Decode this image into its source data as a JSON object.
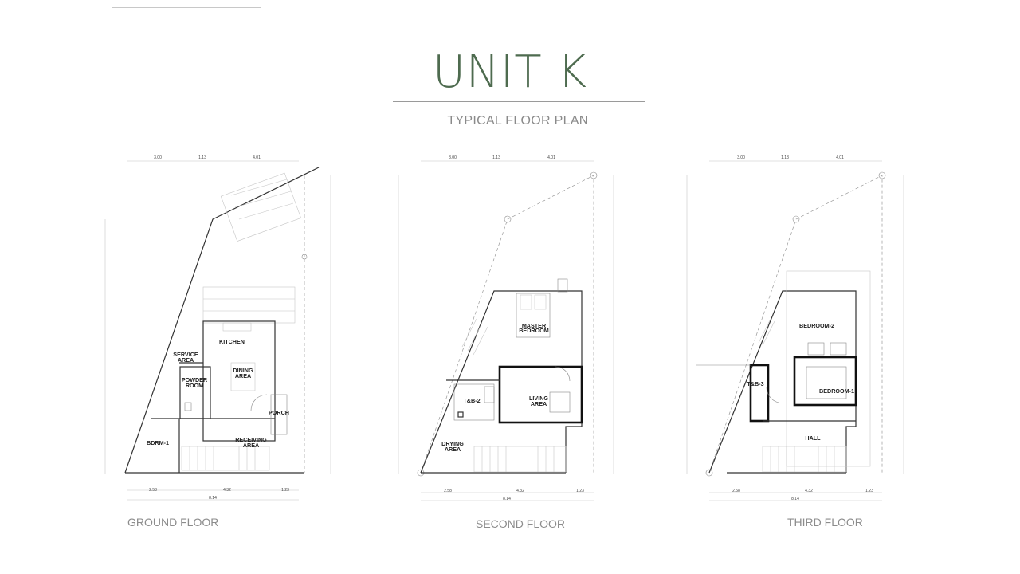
{
  "header": {
    "title": "UNIT K",
    "subtitle": "TYPICAL FLOOR PLAN"
  },
  "colors": {
    "title": "#4e6b4f",
    "label": "#8c8c8c",
    "line": "#333333"
  },
  "floors": [
    {
      "label": "GROUND FLOOR",
      "rooms": [
        "KITCHEN",
        "SERVICE",
        "AREA",
        "DINING",
        "AREA",
        "POWDER",
        "ROOM",
        "PORCH",
        "BDRM-1",
        "RECEIVING",
        "AREA"
      ],
      "dims_top": [
        "3.00",
        "1.13",
        "4.01"
      ],
      "dims_bottom": [
        "2.58",
        "4.32",
        "1.23",
        "8.14"
      ]
    },
    {
      "label": "SECOND FLOOR",
      "rooms": [
        "MASTER",
        "BEDROOM",
        "T&B-2",
        "LIVING",
        "AREA",
        "DRYING",
        "AREA"
      ],
      "dims_top": [
        "3.00",
        "1.13",
        "4.01"
      ],
      "dims_bottom": [
        "2.58",
        "4.32",
        "1.23",
        "8.14"
      ]
    },
    {
      "label": "THIRD FLOOR",
      "rooms": [
        "BEDROOM-2",
        "T&B-3",
        "BEDROOM-1",
        "HALL"
      ],
      "dims_top": [
        "3.00",
        "1.13",
        "4.01"
      ],
      "dims_bottom": [
        "2.58",
        "4.32",
        "1.23",
        "8.14"
      ]
    }
  ]
}
